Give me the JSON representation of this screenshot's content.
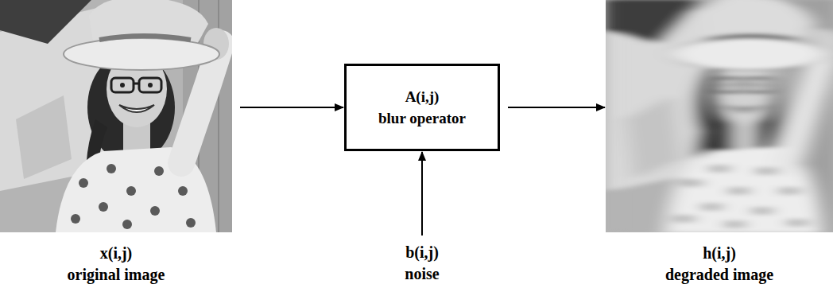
{
  "diagram": {
    "nodes": [
      {
        "text": [
          "x(i,j)",
          "original image"
        ]
      },
      {
        "text": [
          "A(i,j)",
          "blur operator"
        ]
      },
      {
        "text": [
          "b(i,j)",
          "noise"
        ]
      },
      {
        "text": [
          "h(i,j)",
          "degraded image"
        ]
      }
    ],
    "edges": [
      {
        "from": 0,
        "to": 1,
        "arrow": "to"
      },
      {
        "from": 2,
        "to": 1,
        "arrow": "to"
      },
      {
        "from": 1,
        "to": 3,
        "arrow": "to"
      }
    ]
  }
}
